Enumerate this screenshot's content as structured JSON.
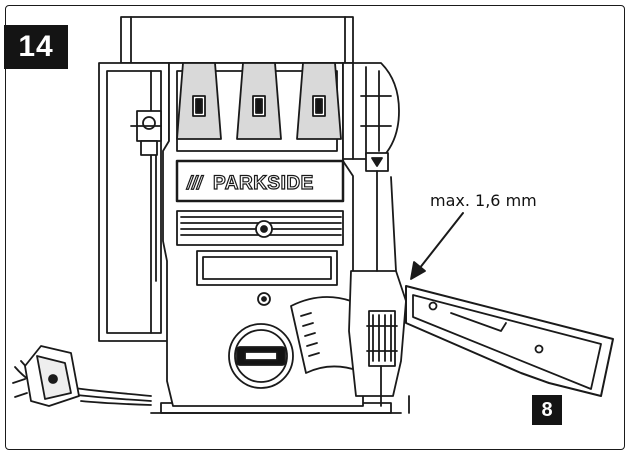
{
  "figure": {
    "number": "14",
    "annotation": "max. 1,6 mm",
    "part_label": "8"
  },
  "device": {
    "brand": "PARKSIDE",
    "brand_mark": "///"
  },
  "colors": {
    "line": "#1a1a1a",
    "fill_dark": "#141414",
    "fill_white": "#ffffff",
    "shade": "#d9d9d9"
  },
  "icons": [
    "power-plug-icon",
    "arrow-down-icon",
    "pointer-arrow-icon"
  ]
}
